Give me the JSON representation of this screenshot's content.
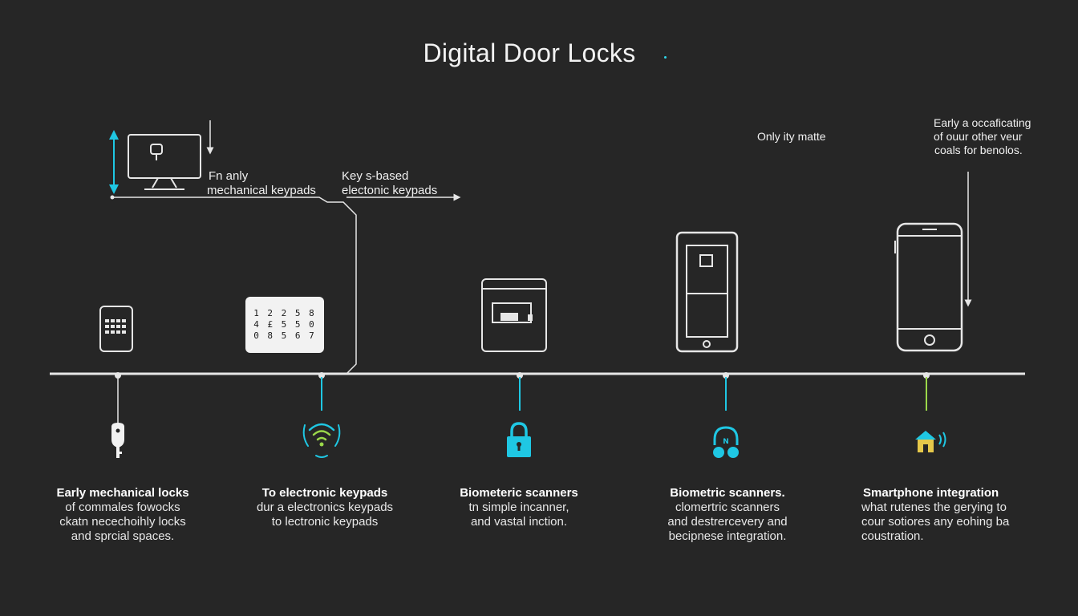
{
  "title": "Digital Door Locks",
  "top_labels": {
    "left": [
      "Fn anly",
      "mechanical keypads"
    ],
    "middle": [
      "Key s-based",
      "electonic keypads"
    ],
    "right_mid": [
      "Only ity matte"
    ],
    "right": [
      "Early a occaficating",
      "of ouur other veur",
      "coals for benolos."
    ]
  },
  "keypad_digits": [
    "1  2  2  5  8",
    "4  £  5  5  0",
    "0  8  5  6  7"
  ],
  "stages": [
    {
      "heading": "Early mechanical locks",
      "lines": [
        "of commales fowocks",
        "ckatn necechoihly locks",
        "and sprcial spaces."
      ],
      "icon": "key-icon"
    },
    {
      "heading": "To electronic keypads",
      "lines": [
        "dur a electronics keypads",
        "to lectronic keypads"
      ],
      "icon": "wireless-signal-icon"
    },
    {
      "heading": "Biometeric scanners",
      "lines": [
        "tn simple incanner,",
        "and vastal inction."
      ],
      "icon": "padlock-icon"
    },
    {
      "heading": "Biometric scanners.",
      "lines": [
        "clomertric scanners",
        "and destrercevery and",
        "becipnese integration."
      ],
      "icon": "headset-icon"
    },
    {
      "heading": "Smartphone integration",
      "lines": [
        "what rutenes the gerying to",
        "cour sotiores any eohing ba",
        "coustration."
      ],
      "icon": "smart-home-icon"
    }
  ],
  "colors": {
    "background": "#262626",
    "line": "#e6e6e6",
    "accent_cyan": "#1fc7e3",
    "accent_green": "#9bd84a"
  }
}
